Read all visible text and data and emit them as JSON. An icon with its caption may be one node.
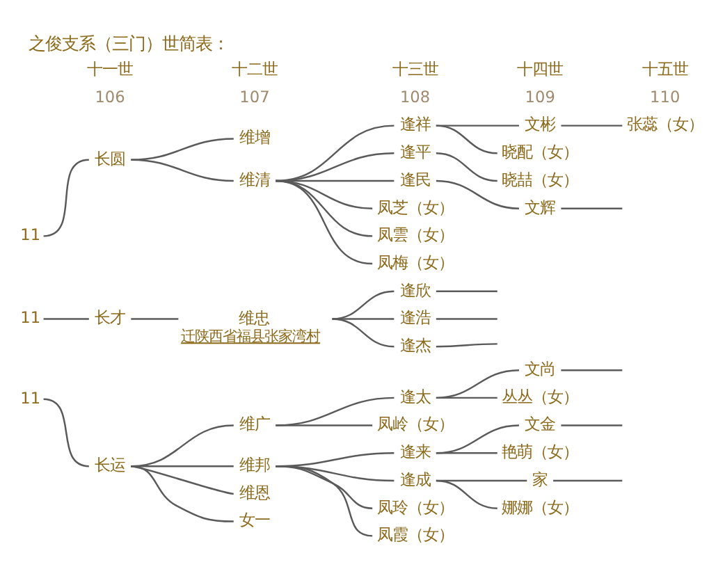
{
  "diagram": {
    "title": "之俊支系（三门）世简表：",
    "nodes": [
      {
        "text": [
          "维增"
        ]
      },
      {
        "text": [
          "逢祥"
        ]
      },
      {
        "text": [
          "文彬"
        ]
      },
      {
        "text": [
          "张蕊（女）"
        ]
      },
      {
        "text": [
          "晓配（女）"
        ]
      },
      {
        "text": [
          "11"
        ]
      },
      {
        "text": [
          "长圆"
        ]
      },
      {
        "text": [
          "维清"
        ]
      },
      {
        "text": [
          "逢平"
        ]
      },
      {
        "text": [
          "晓喆（女）"
        ]
      },
      {
        "text": [
          "逢民"
        ]
      },
      {
        "text": [
          "文辉"
        ]
      },
      {
        "text": [
          "凤芝（女）"
        ]
      },
      {
        "text": [
          "凤雲（女）"
        ]
      },
      {
        "text": [
          "凤梅（女）"
        ]
      },
      {
        "text": [
          "11"
        ]
      },
      {
        "text": [
          "长才"
        ]
      },
      {
        "text": [
          "维忠"
        ],
        "beside": [
          "迁陕西省福县张家湾村"
        ]
      },
      {
        "text": [
          "逢欣"
        ]
      },
      {
        "text": [
          "逢浩"
        ]
      },
      {
        "text": [
          "逢杰"
        ]
      },
      {
        "text": [
          "维广"
        ]
      },
      {
        "text": [
          "逢太"
        ]
      },
      {
        "text": [
          "文尚"
        ]
      },
      {
        "text": [
          "凤岭（女）"
        ]
      },
      {
        "text": [
          "丛丛（女）"
        ]
      },
      {
        "text": [
          "逢来"
        ]
      },
      {
        "text": [
          "文金"
        ]
      },
      {
        "text": [
          "艳萌（女）"
        ]
      },
      {
        "text": [
          "11"
        ]
      },
      {
        "text": [
          "长运"
        ]
      },
      {
        "text": [
          "维邦"
        ]
      },
      {
        "text": [
          "逢成"
        ]
      },
      {
        "text": [
          "家"
        ]
      },
      {
        "text": [
          "维恩"
        ]
      },
      {
        "text": [
          "凤玲（女）"
        ]
      },
      {
        "text": [
          "娜娜（女）"
        ]
      },
      {
        "text": [
          "女一"
        ]
      },
      {
        "text": [
          "凤霞（女）"
        ]
      }
    ],
    "edges": [
      {
        "from": 5,
        "to": 6,
        "arrow": "none"
      },
      {
        "from": 6,
        "to": 0,
        "arrow": "none"
      },
      {
        "from": 6,
        "to": 7,
        "arrow": "none"
      },
      {
        "from": 7,
        "to": 1,
        "arrow": "none"
      },
      {
        "from": 7,
        "to": 8,
        "arrow": "none"
      },
      {
        "from": 7,
        "to": 10,
        "arrow": "none"
      },
      {
        "from": 7,
        "to": 12,
        "arrow": "none"
      },
      {
        "from": 7,
        "to": 13,
        "arrow": "none"
      },
      {
        "from": 7,
        "to": 14,
        "arrow": "none"
      },
      {
        "from": 1,
        "to": 2,
        "arrow": "none"
      },
      {
        "from": 1,
        "to": 4,
        "arrow": "none"
      },
      {
        "from": 2,
        "to": 3,
        "arrow": "none"
      },
      {
        "from": 8,
        "to": 9,
        "arrow": "none"
      },
      {
        "from": 10,
        "to": 11,
        "arrow": "none"
      },
      {
        "from": 11,
        "to": null,
        "arrow": "none"
      },
      {
        "from": 15,
        "to": 16,
        "arrow": "none"
      },
      {
        "from": 16,
        "to": 17,
        "arrow": "none"
      },
      {
        "from": 17,
        "to": 18,
        "arrow": "none"
      },
      {
        "from": 17,
        "to": 19,
        "arrow": "none"
      },
      {
        "from": 17,
        "to": 20,
        "arrow": "none"
      },
      {
        "from": 18,
        "to": null,
        "arrow": "none"
      },
      {
        "from": 19,
        "to": null,
        "arrow": "none"
      },
      {
        "from": 20,
        "to": null,
        "arrow": "none"
      },
      {
        "from": 29,
        "to": 30,
        "arrow": "none"
      },
      {
        "from": 30,
        "to": 21,
        "arrow": "none"
      },
      {
        "from": 30,
        "to": 31,
        "arrow": "none"
      },
      {
        "from": 30,
        "to": 34,
        "arrow": "none"
      },
      {
        "from": 30,
        "to": 37,
        "arrow": "none"
      },
      {
        "from": 21,
        "to": 22,
        "arrow": "none"
      },
      {
        "from": 21,
        "to": 24,
        "arrow": "none"
      },
      {
        "from": 22,
        "to": 23,
        "arrow": "none"
      },
      {
        "from": 22,
        "to": 25,
        "arrow": "none"
      },
      {
        "from": 23,
        "to": null,
        "arrow": "none"
      },
      {
        "from": 31,
        "to": 26,
        "arrow": "none"
      },
      {
        "from": 31,
        "to": 32,
        "arrow": "none"
      },
      {
        "from": 31,
        "to": 35,
        "arrow": "none"
      },
      {
        "from": 31,
        "to": 38,
        "arrow": "none"
      },
      {
        "from": 26,
        "to": 27,
        "arrow": "none"
      },
      {
        "from": 26,
        "to": 28,
        "arrow": "none"
      },
      {
        "from": 27,
        "to": null,
        "arrow": "none"
      },
      {
        "from": 32,
        "to": 33,
        "arrow": "none"
      },
      {
        "from": 32,
        "to": 36,
        "arrow": "none"
      },
      {
        "from": 33,
        "to": null,
        "arrow": "none"
      }
    ],
    "labels": [
      "十一世",
      "十二世",
      "十三世",
      "十四世",
      "十五世",
      "106",
      "107",
      "108",
      "109",
      "110"
    ]
  }
}
